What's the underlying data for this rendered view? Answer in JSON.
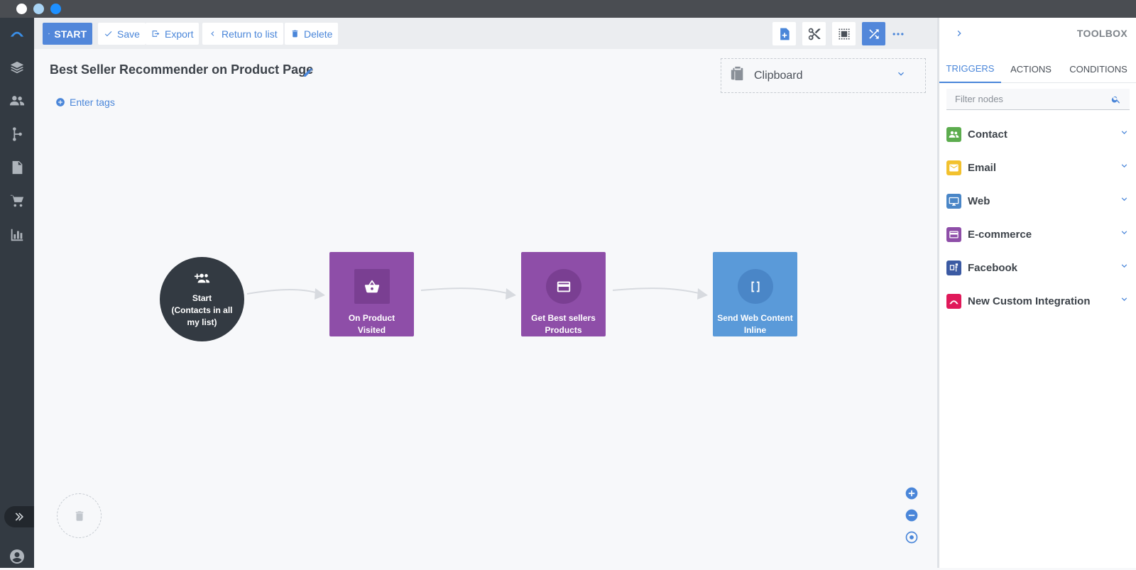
{
  "toolbar": {
    "start_label": "START",
    "save_label": "Save",
    "export_label": "Export",
    "return_label": "Return to list",
    "delete_label": "Delete"
  },
  "page": {
    "title": "Best Seller Recommender on Product Page",
    "tags_label": "Enter tags"
  },
  "clipboard": {
    "label": "Clipboard"
  },
  "flow": {
    "nodes": [
      {
        "label": "Start\n(Contacts in all my list)",
        "icon": "add-group-icon",
        "type": "start"
      },
      {
        "label": "On Product Visited",
        "icon": "basket-icon",
        "type": "trigger"
      },
      {
        "label": "Get Best sellers Products",
        "icon": "card-icon",
        "type": "action"
      },
      {
        "label": "Send Web Content Inline",
        "icon": "brackets-icon",
        "type": "action"
      }
    ]
  },
  "toolbox": {
    "title": "TOOLBOX",
    "tabs": [
      "TRIGGERS",
      "ACTIONS",
      "CONDITIONS"
    ],
    "active_tab": "TRIGGERS",
    "filter_placeholder": "Filter nodes",
    "categories": [
      {
        "label": "Contact",
        "icon": "people-icon",
        "color": "#5cac4e"
      },
      {
        "label": "Email",
        "icon": "envelope-icon",
        "color": "#f2c12e"
      },
      {
        "label": "Web",
        "icon": "monitor-icon",
        "color": "#4a86c7"
      },
      {
        "label": "E-commerce",
        "icon": "card-icon",
        "color": "#8e4ea8"
      },
      {
        "label": "Facebook",
        "icon": "facebook-icon",
        "color": "#3b5aa3"
      },
      {
        "label": "New Custom Integration",
        "icon": "brand-arc-icon",
        "color": "#e0195a"
      }
    ]
  },
  "colors": {
    "accent": "#4a86d9",
    "nav_bg": "#333a42",
    "node_purple": "#8e4ea8",
    "node_blue": "#5a9ad9"
  }
}
